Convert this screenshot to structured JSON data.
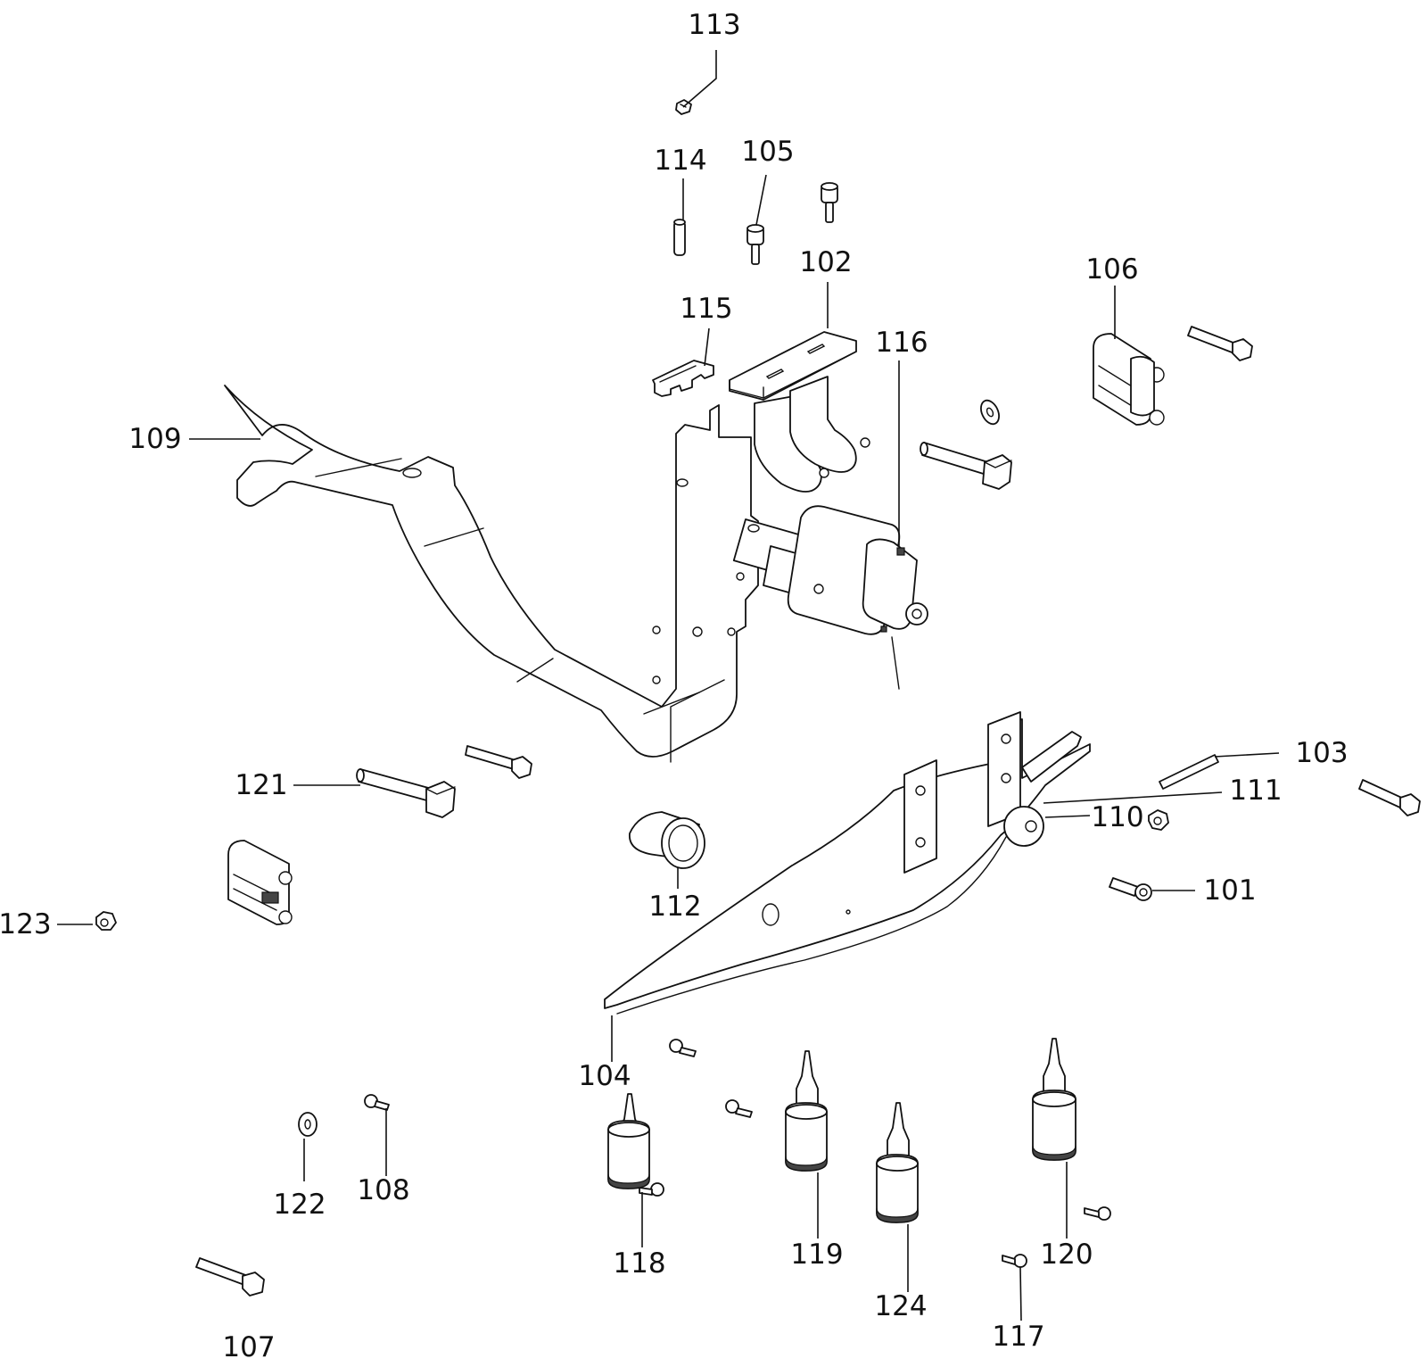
{
  "diagram": {
    "labels": {
      "p101": "101",
      "p102": "102",
      "p103": "103",
      "p104": "104",
      "p105": "105",
      "p106": "106",
      "p107": "107",
      "p108": "108",
      "p109": "109",
      "p110": "110",
      "p111": "111",
      "p112": "112",
      "p113": "113",
      "p114": "114",
      "p115": "115",
      "p116": "116",
      "p117": "117",
      "p118": "118",
      "p119": "119",
      "p120": "120",
      "p121": "121",
      "p122": "122",
      "p123": "123",
      "p124": "124"
    }
  }
}
